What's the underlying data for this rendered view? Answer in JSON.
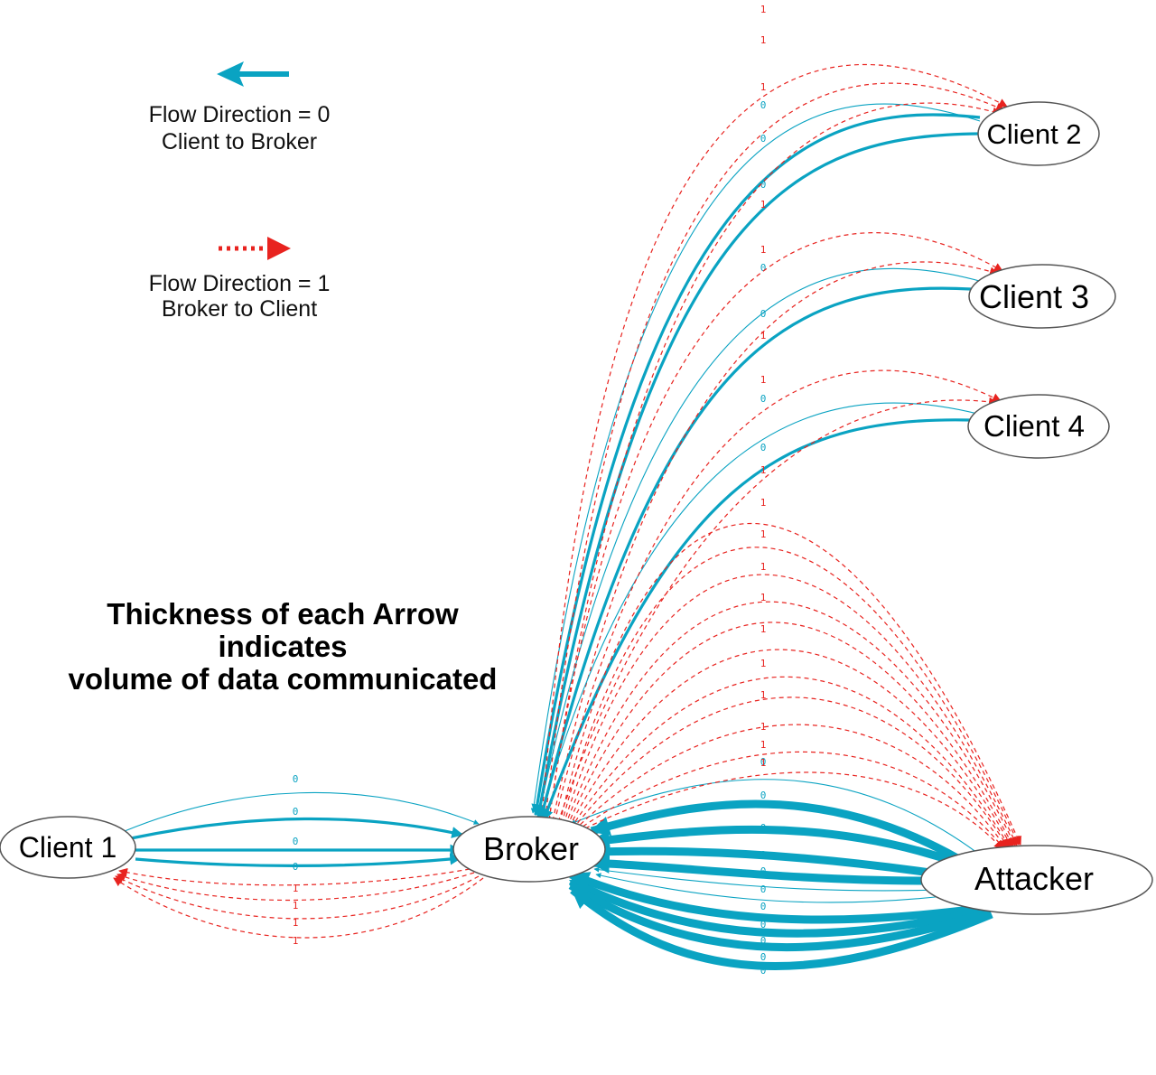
{
  "colors": {
    "flow0": "#0aa3c2",
    "flow1": "#e8231f",
    "node_stroke": "#555555"
  },
  "legend": {
    "flow0_line1": "Flow Direction = 0",
    "flow0_line2": "Client to Broker",
    "flow1_line1": "Flow Direction = 1",
    "flow1_line2": "Broker to Client"
  },
  "note": {
    "line1": "Thickness of each Arrow",
    "line2": "indicates",
    "line3": "volume of data communicated"
  },
  "nodes": {
    "client1": "Client 1",
    "broker": "Broker",
    "client2": "Client 2",
    "client3": "Client 3",
    "client4": "Client 4",
    "attacker": "Attacker"
  },
  "edge_labels": {
    "flow0": "0",
    "flow1": "1"
  },
  "edges": [
    {
      "from": "client2",
      "to": "broker",
      "flow": 0,
      "volume": 1
    },
    {
      "from": "client2",
      "to": "broker",
      "flow": 0,
      "volume": 3
    },
    {
      "from": "client2",
      "to": "broker",
      "flow": 0,
      "volume": 3
    },
    {
      "from": "broker",
      "to": "client2",
      "flow": 1,
      "volume": 1
    },
    {
      "from": "broker",
      "to": "client2",
      "flow": 1,
      "volume": 1
    },
    {
      "from": "broker",
      "to": "client2",
      "flow": 1,
      "volume": 1
    },
    {
      "from": "client3",
      "to": "broker",
      "flow": 0,
      "volume": 1
    },
    {
      "from": "client3",
      "to": "broker",
      "flow": 0,
      "volume": 3
    },
    {
      "from": "broker",
      "to": "client3",
      "flow": 1,
      "volume": 1
    },
    {
      "from": "broker",
      "to": "client3",
      "flow": 1,
      "volume": 1
    },
    {
      "from": "client4",
      "to": "broker",
      "flow": 0,
      "volume": 1
    },
    {
      "from": "client4",
      "to": "broker",
      "flow": 0,
      "volume": 3
    },
    {
      "from": "broker",
      "to": "client4",
      "flow": 1,
      "volume": 1
    },
    {
      "from": "broker",
      "to": "client4",
      "flow": 1,
      "volume": 1
    },
    {
      "from": "client1",
      "to": "broker",
      "flow": 0,
      "volume": 1
    },
    {
      "from": "client1",
      "to": "broker",
      "flow": 0,
      "volume": 3
    },
    {
      "from": "client1",
      "to": "broker",
      "flow": 0,
      "volume": 3
    },
    {
      "from": "client1",
      "to": "broker",
      "flow": 0,
      "volume": 3
    },
    {
      "from": "broker",
      "to": "client1",
      "flow": 1,
      "volume": 1
    },
    {
      "from": "broker",
      "to": "client1",
      "flow": 1,
      "volume": 1
    },
    {
      "from": "broker",
      "to": "client1",
      "flow": 1,
      "volume": 1
    },
    {
      "from": "broker",
      "to": "client1",
      "flow": 1,
      "volume": 1
    },
    {
      "from": "attacker",
      "to": "broker",
      "flow": 0,
      "volume": 1
    },
    {
      "from": "attacker",
      "to": "broker",
      "flow": 0,
      "volume": 10
    },
    {
      "from": "attacker",
      "to": "broker",
      "flow": 0,
      "volume": 10
    },
    {
      "from": "attacker",
      "to": "broker",
      "flow": 0,
      "volume": 10
    },
    {
      "from": "attacker",
      "to": "broker",
      "flow": 0,
      "volume": 10
    },
    {
      "from": "attacker",
      "to": "broker",
      "flow": 0,
      "volume": 1
    },
    {
      "from": "attacker",
      "to": "broker",
      "flow": 0,
      "volume": 1
    },
    {
      "from": "attacker",
      "to": "broker",
      "flow": 0,
      "volume": 10
    },
    {
      "from": "attacker",
      "to": "broker",
      "flow": 0,
      "volume": 10
    },
    {
      "from": "attacker",
      "to": "broker",
      "flow": 0,
      "volume": 10
    },
    {
      "from": "attacker",
      "to": "broker",
      "flow": 0,
      "volume": 10
    },
    {
      "from": "broker",
      "to": "attacker",
      "flow": 1,
      "volume": 1
    },
    {
      "from": "broker",
      "to": "attacker",
      "flow": 1,
      "volume": 1
    },
    {
      "from": "broker",
      "to": "attacker",
      "flow": 1,
      "volume": 1
    },
    {
      "from": "broker",
      "to": "attacker",
      "flow": 1,
      "volume": 1
    },
    {
      "from": "broker",
      "to": "attacker",
      "flow": 1,
      "volume": 1
    },
    {
      "from": "broker",
      "to": "attacker",
      "flow": 1,
      "volume": 1
    },
    {
      "from": "broker",
      "to": "attacker",
      "flow": 1,
      "volume": 1
    },
    {
      "from": "broker",
      "to": "attacker",
      "flow": 1,
      "volume": 1
    },
    {
      "from": "broker",
      "to": "attacker",
      "flow": 1,
      "volume": 1
    },
    {
      "from": "broker",
      "to": "attacker",
      "flow": 1,
      "volume": 1
    },
    {
      "from": "broker",
      "to": "attacker",
      "flow": 1,
      "volume": 1
    }
  ]
}
